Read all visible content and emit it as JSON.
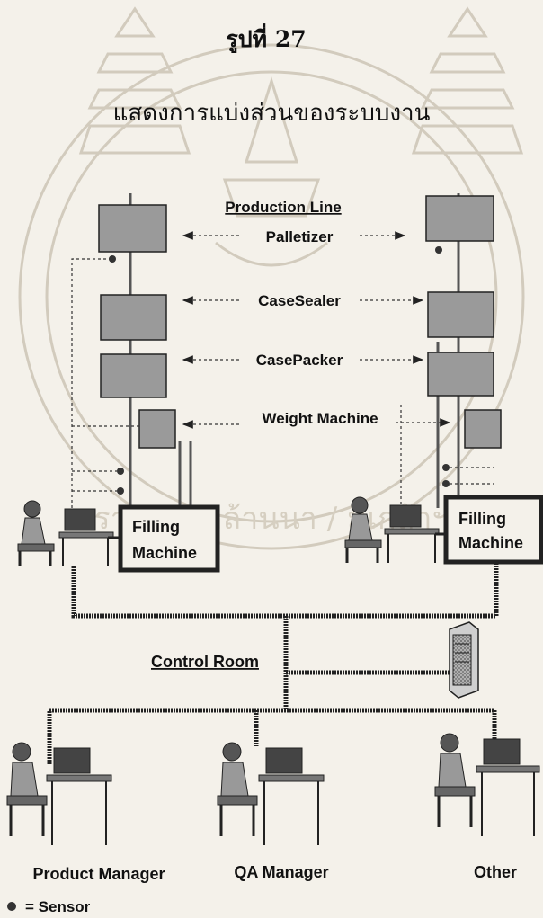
{
  "figure": {
    "number": "รูปที่ 27",
    "caption": "แสดงการแบ่งส่วนของระบบงาน"
  },
  "production_line": {
    "title": "Production Line",
    "stations": [
      "Palletizer",
      "CaseSealer",
      "CasePacker",
      "Weight Machine"
    ]
  },
  "filling_machine": {
    "label_line1": "Filling",
    "label_line2": "Machine"
  },
  "control_room": {
    "title": "Control Room"
  },
  "users": [
    "Product Manager",
    "QA Manager",
    "Other"
  ],
  "legend": {
    "sensor_label": "= Sensor"
  },
  "watermark": {
    "text": "ราชมงคลล้านนา / มเกล้าฯ"
  },
  "colors": {
    "background": "#f4f1ea",
    "ink": "#111111",
    "machine_fill": "#9a9a9a",
    "watermark": "#d2cbbd"
  }
}
